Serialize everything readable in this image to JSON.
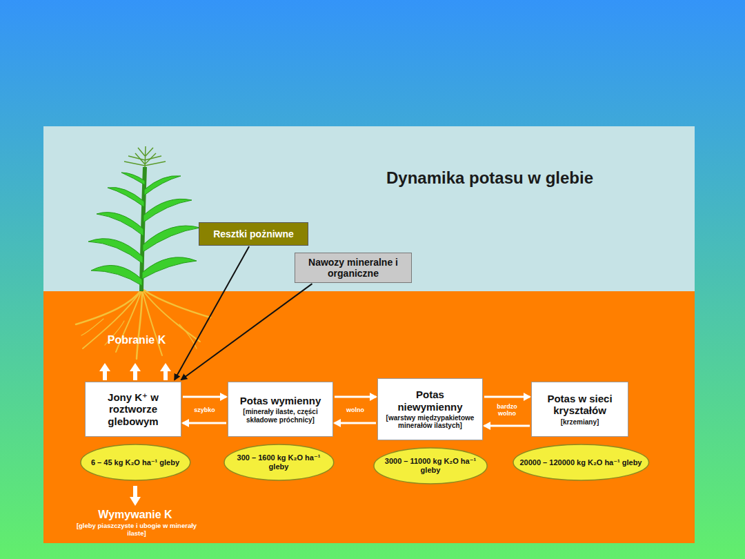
{
  "diagram": {
    "title": "Dynamika potasu w glebie",
    "nodes": [
      {
        "text": [
          "Resztki pożniwne"
        ]
      },
      {
        "text": [
          "Nawozy mineralne i organiczne"
        ]
      },
      {
        "text": [
          "Jony K⁺ w roztworze glebowym"
        ]
      },
      {
        "text": [
          "Potas wymienny",
          "[minerały ilaste, części składowe próchnicy]"
        ]
      },
      {
        "text": [
          "Potas niewymienny",
          "[warstwy międzypakietowe minerałów ilastych]"
        ]
      },
      {
        "text": [
          "Potas w sieci kryształów",
          "[krzemiany]"
        ]
      },
      {
        "text": [
          "6 – 45 kg K₂O ha⁻¹ gleby"
        ]
      },
      {
        "text": [
          "300 – 1600 kg K₂O ha⁻¹ gleby"
        ]
      },
      {
        "text": [
          "3000 – 11000 kg K₂O ha⁻¹ gleby"
        ]
      },
      {
        "text": [
          "20000 – 120000 kg K₂O ha⁻¹ gleby"
        ]
      }
    ],
    "edges": [
      {
        "from": 0,
        "to": 2,
        "arrow": "to"
      },
      {
        "from": 1,
        "to": 2,
        "arrow": "to"
      },
      {
        "from": 2,
        "to": 3,
        "arrow": "to",
        "label": "szybko"
      },
      {
        "from": 3,
        "to": 2,
        "arrow": "to"
      },
      {
        "from": 3,
        "to": 4,
        "arrow": "to",
        "label": "wolno"
      },
      {
        "from": 4,
        "to": 3,
        "arrow": "to"
      },
      {
        "from": 4,
        "to": 5,
        "arrow": "to",
        "label": "bardzo wolno"
      },
      {
        "from": 5,
        "to": 4,
        "arrow": "to"
      }
    ],
    "labels": [
      "Pobranie K",
      "Wymywanie K",
      "[gleby piaszczyste i ubogie w minerały ilaste]"
    ]
  }
}
